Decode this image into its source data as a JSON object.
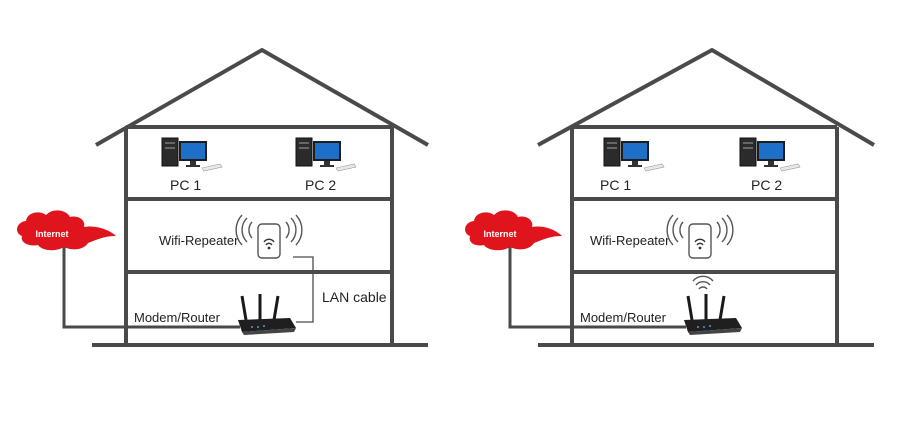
{
  "houses": [
    {
      "internet_label": "Internet",
      "pc1_label": "PC 1",
      "pc2_label": "PC 2",
      "repeater_label": "Wifi-Repeater",
      "router_label": "Modem/Router",
      "cable_label": "LAN cable"
    },
    {
      "internet_label": "Internet",
      "pc1_label": "PC 1",
      "pc2_label": "PC 2",
      "repeater_label": "Wifi-Repeater",
      "router_label": "Modem/Router"
    }
  ],
  "colors": {
    "wall": "#4a4a4a",
    "cloud": "#e0141c",
    "screen": "#1e6fc8",
    "router": "#1a1a1a"
  },
  "icons": [
    "cloud-icon",
    "pc-icon",
    "repeater-icon",
    "router-icon",
    "wifi-signal-icon"
  ]
}
